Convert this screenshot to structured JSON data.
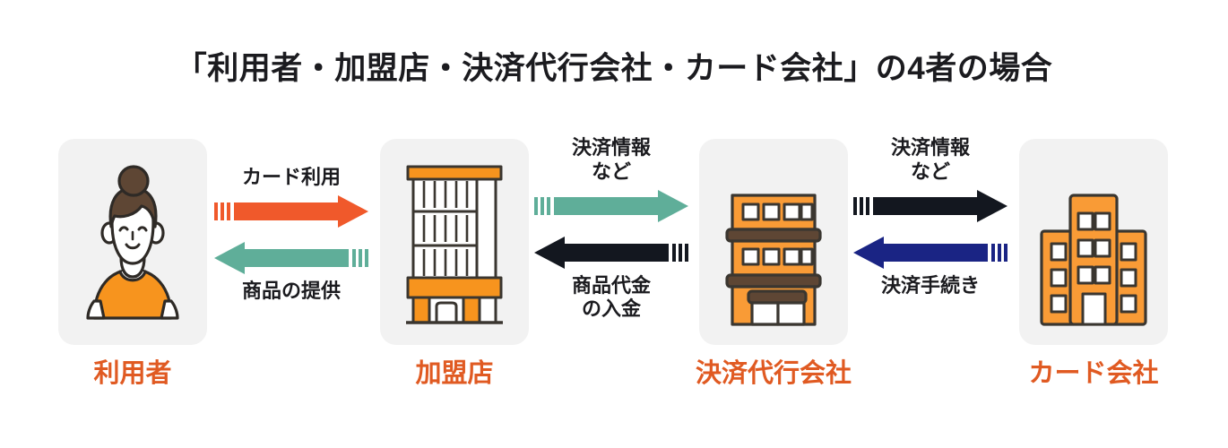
{
  "title": "「利用者・加盟店・決済代行会社・カード会社」の4者の場合",
  "colors": {
    "orange": "#f0592b",
    "teal": "#5fae99",
    "black": "#13171f",
    "navy": "#1a2484",
    "label_orange": "#e05a22",
    "panel_bg": "#f2f2f2",
    "text_dark": "#1b1b1f",
    "page_bg": "#ffffff"
  },
  "entities": [
    {
      "id": "consumer",
      "label": "利用者",
      "icon": "person-woman-icon"
    },
    {
      "id": "merchant",
      "label": "加盟店",
      "icon": "shop-building-icon"
    },
    {
      "id": "payment-agency",
      "label": "決済代行会社",
      "icon": "office-shop-building-icon"
    },
    {
      "id": "card-company",
      "label": "カード会社",
      "icon": "office-tower-building-icon"
    }
  ],
  "flows": [
    {
      "id": "consumer-merchant",
      "from": "利用者",
      "to": "加盟店",
      "top": {
        "label": "カード利用",
        "direction": "right",
        "color": "#f0592b"
      },
      "bottom": {
        "label": "商品の提供",
        "direction": "left",
        "color": "#5fae99"
      }
    },
    {
      "id": "merchant-agency",
      "from": "加盟店",
      "to": "決済代行会社",
      "top": {
        "label": "決済情報\nなど",
        "direction": "right",
        "color": "#5fae99"
      },
      "bottom": {
        "label": "商品代金\nの入金",
        "direction": "left",
        "color": "#13171f"
      }
    },
    {
      "id": "agency-card-company",
      "from": "決済代行会社",
      "to": "カード会社",
      "top": {
        "label": "決済情報\nなど",
        "direction": "right",
        "color": "#13171f"
      },
      "bottom": {
        "label": "決済手続き",
        "direction": "left",
        "color": "#1a2484"
      }
    }
  ]
}
